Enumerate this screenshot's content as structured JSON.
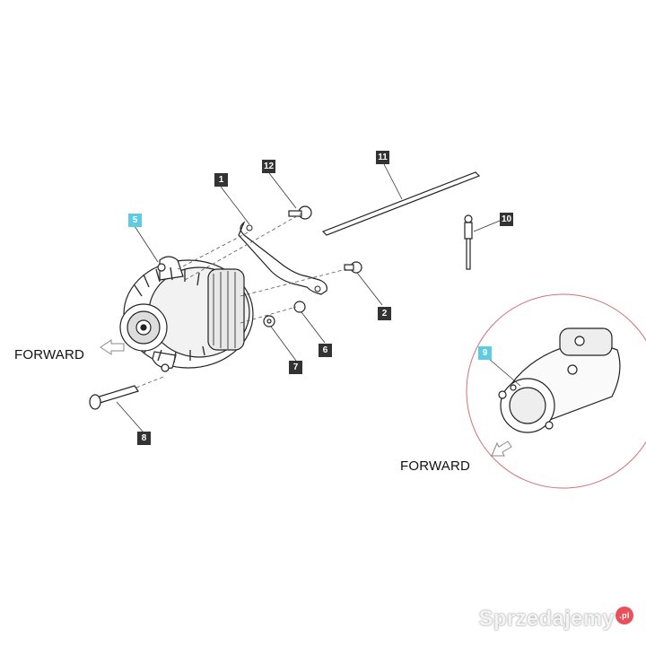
{
  "callouts": {
    "c1": "1",
    "c2": "2",
    "c5": "5",
    "c6": "6",
    "c7": "7",
    "c8": "8",
    "c9": "9",
    "c10": "10",
    "c11": "11",
    "c12": "12"
  },
  "labels": {
    "forward_left": "FORWARD",
    "forward_right": "FORWARD"
  },
  "watermark": {
    "text": "Sprzedajemy",
    "suffix": ".pl"
  },
  "colors": {
    "highlight_callout": "#5ecbe0",
    "dark_callout": "#333333",
    "detail_circle": "#d0707a"
  }
}
